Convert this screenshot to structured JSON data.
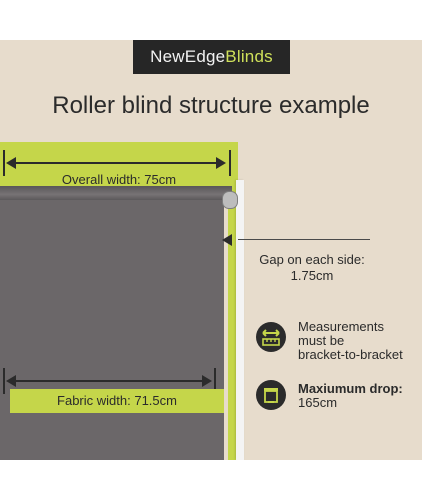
{
  "brand": {
    "name_part1": "NewEdge",
    "name_part2": "Blinds"
  },
  "headline": "Roller blind structure example",
  "overall_width_label": "Overall width: 75cm",
  "fabric_width_label": "Fabric width: 71.5cm",
  "gap": {
    "line1": "Gap on each side:",
    "line2": "1.75cm"
  },
  "measurements": {
    "line1": "Measurements",
    "line2": "must be",
    "line3": "bracket-to-bracket"
  },
  "drop": {
    "title": "Maxiumum drop:",
    "value": "165cm"
  },
  "icons": {
    "measure": "ruler-arrows-icon",
    "drop": "blind-drop-icon"
  },
  "colors": {
    "accent_green": "#c5d64a",
    "fabric_grey": "#6b6769",
    "dark": "#2b2b2b",
    "background": "#e7dccc"
  }
}
